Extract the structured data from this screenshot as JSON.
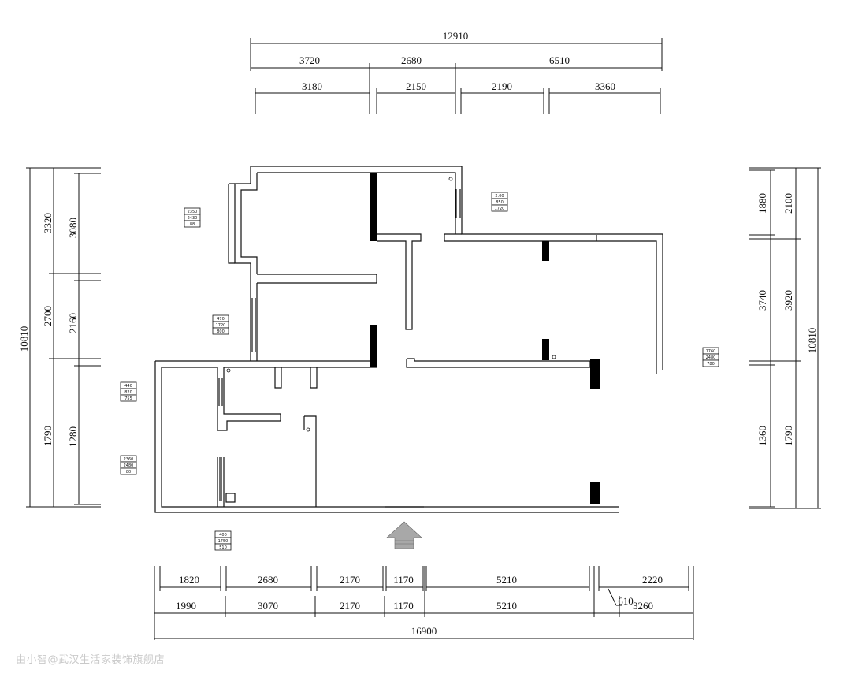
{
  "dimensions": {
    "top_total": "12910",
    "top_row1": [
      "3720",
      "2680",
      "6510"
    ],
    "top_row2": [
      "3180",
      "2150",
      "2190",
      "3360"
    ],
    "bottom_row1": [
      "1820",
      "2680",
      "2170",
      "1170",
      "5210",
      "2220"
    ],
    "bottom_row2": [
      "1990",
      "3070",
      "2170",
      "1170",
      "5210",
      "3260"
    ],
    "bottom_extra": "610",
    "bottom_total": "16900",
    "left_total": "10810",
    "left_outer": [
      "3320",
      "2700",
      "1790"
    ],
    "left_inner": [
      "3080",
      "2160",
      "1280"
    ],
    "right_total": "10810",
    "right_inner": [
      "1880",
      "3740",
      "1360"
    ],
    "right_outer": [
      "2100",
      "3920",
      "1790"
    ]
  },
  "window_tags": [
    [
      "2350",
      "2430",
      "88"
    ],
    [
      "2.00",
      "850",
      "1720"
    ],
    [
      "470",
      "1720",
      "800"
    ],
    [
      "440",
      "820",
      "755"
    ],
    [
      "2360",
      "2480",
      "80"
    ],
    [
      "1760",
      "2480",
      "780"
    ],
    [
      "400",
      "1750",
      "510"
    ]
  ],
  "watermark": "由小智@武汉生活家装饰旗舰店",
  "colors": {
    "line": "#111111",
    "column": "#000000",
    "arrow": "#a0a0a0",
    "watermark": "#c9c9c9"
  }
}
